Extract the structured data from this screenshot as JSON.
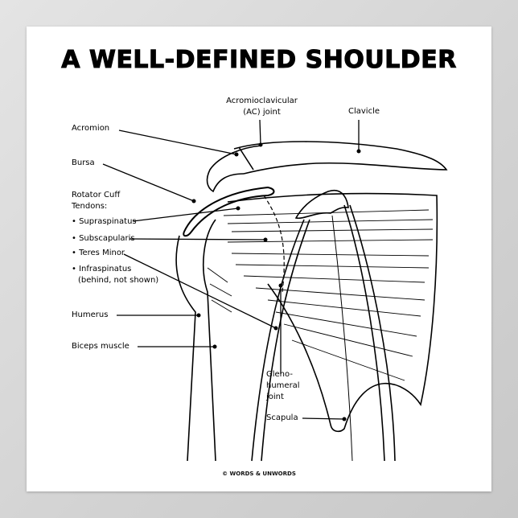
{
  "title": "A WELL-DEFINED SHOULDER",
  "labels": {
    "ac_joint_1": "Acromioclavicular",
    "ac_joint_2": "(AC) joint",
    "clavicle": "Clavicle",
    "acromion": "Acromion",
    "bursa": "Bursa",
    "rotator_1": "Rotator Cuff",
    "rotator_2": "Tendons:",
    "supraspinatus": "• Supraspinatus",
    "subscapularis": "• Subscapularis",
    "teres_minor": "• Teres Minor",
    "infraspinatus_1": "• Infraspinatus",
    "infraspinatus_2": "(behind, not shown)",
    "humerus": "Humerus",
    "biceps": "Biceps muscle",
    "gleno_1": "Gleno-",
    "gleno_2": "humeral",
    "gleno_3": "joint",
    "scapula": "Scapula"
  },
  "footer": "© WORDS & UNWORDS"
}
